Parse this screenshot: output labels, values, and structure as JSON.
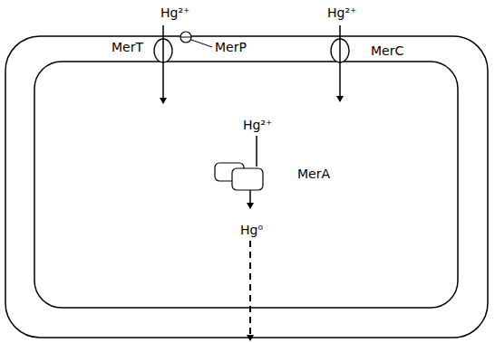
{
  "diagram": {
    "labels": [
      "Hg²⁺",
      "Hg²⁺",
      "MerT",
      "MerP",
      "MerC",
      "Hg²⁺",
      "MerA",
      "Hg⁰"
    ]
  }
}
